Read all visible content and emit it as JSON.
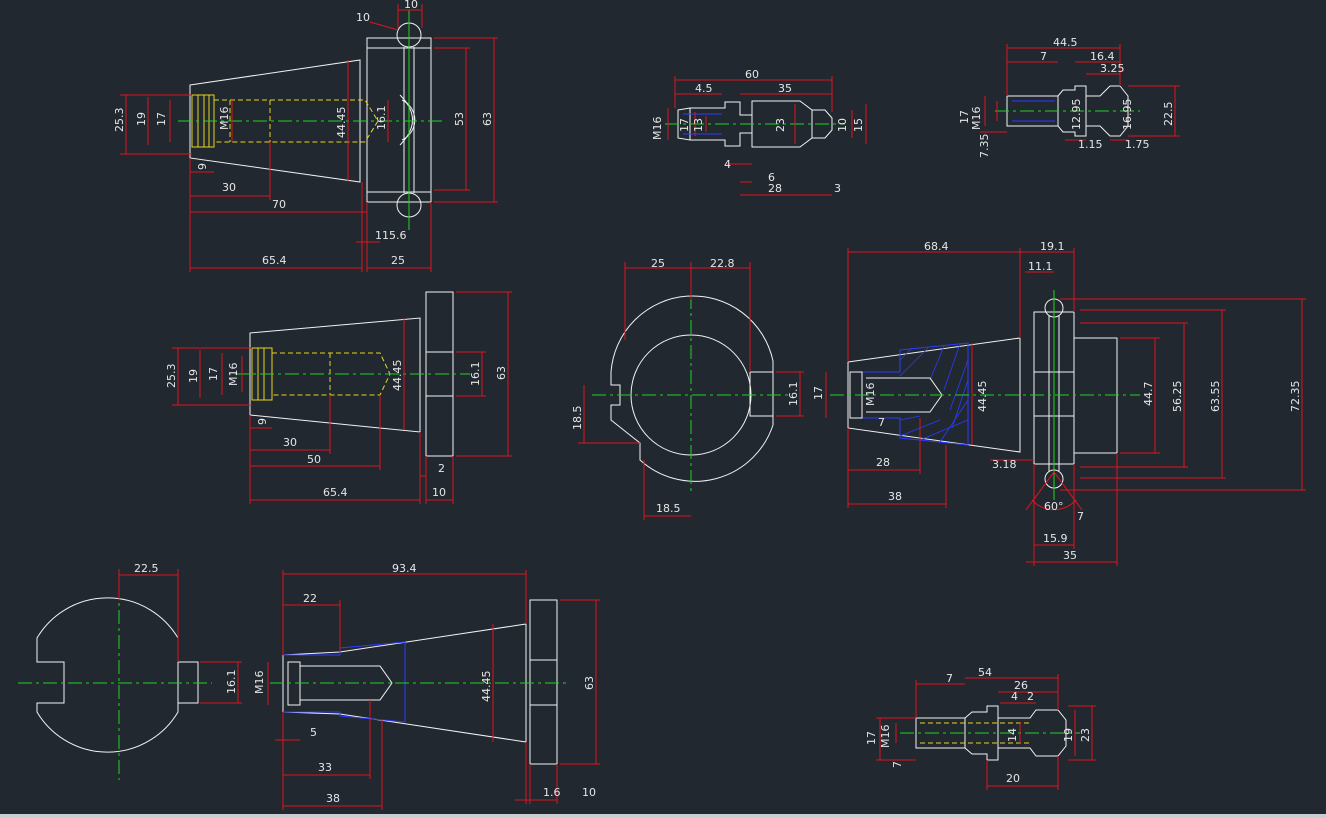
{
  "dims": {
    "v1": [
      "10",
      "10",
      "25.3",
      "19",
      "17",
      "M16",
      "44.45",
      "16.1",
      "53",
      "63",
      "9",
      "30",
      "70",
      "1",
      "15.6",
      "65.4",
      "25"
    ],
    "v2": [
      "60",
      "4.5",
      "35",
      "M16",
      "17",
      "13",
      "23",
      "10",
      "15",
      "4",
      "6",
      "28",
      "3"
    ],
    "v3": [
      "44.5",
      "7",
      "16.4",
      "3.25",
      "17",
      "M16",
      "12.95",
      "16.95",
      "22.5",
      "7.35",
      "1.15",
      "1.75"
    ],
    "v4": [
      "25.3",
      "19",
      "17",
      "M16",
      "44.45",
      "16.1",
      "63",
      "9",
      "30",
      "50",
      "2",
      "65.4",
      "10"
    ],
    "v5": [
      "25",
      "22.8",
      "18.5",
      "16.1",
      "18.5"
    ],
    "v6": [
      "68.4",
      "19.1",
      "11.1",
      "17",
      "M16",
      "44.45",
      "7",
      "44.7",
      "56.25",
      "63.55",
      "72.35",
      "28",
      "38",
      "3.18",
      "60°",
      "7",
      "15.9",
      "35"
    ],
    "v7": [
      "22.5",
      "16.1"
    ],
    "v8": [
      "93.4",
      "22",
      "M16",
      "44.45",
      "63",
      "5",
      "33",
      "38",
      "1.6",
      "10"
    ],
    "v9": [
      "54",
      "7",
      "26",
      "4",
      "2",
      "17",
      "M16",
      "14",
      "19",
      "23",
      "7",
      "20"
    ]
  }
}
